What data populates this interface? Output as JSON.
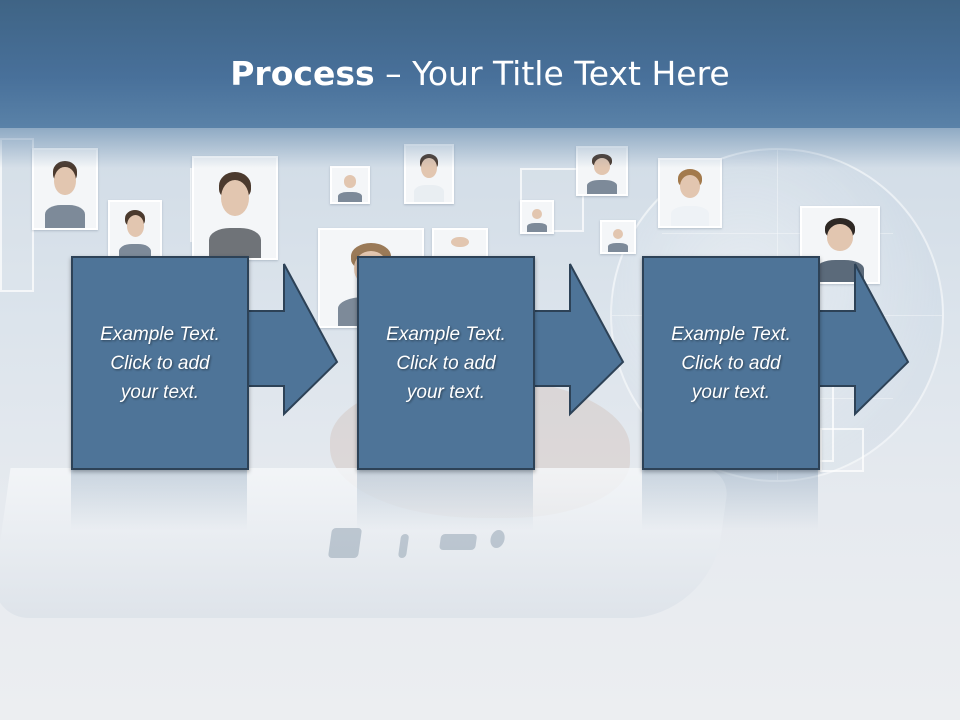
{
  "slide": {
    "title_bold": "Process",
    "title_rest": " – Your Title Text Here"
  },
  "steps": [
    {
      "text": "Example Text.\nClick  to add\nyour text."
    },
    {
      "text": "Example Text.\nClick  to add\nyour text."
    },
    {
      "text": "Example Text.\nClick  to add\nyour text."
    }
  ],
  "colors": {
    "title_bar": "#48709a",
    "box_fill": "#4e7498",
    "box_border": "#2d4257",
    "title_text": "#ffffff"
  },
  "background_image": "business-people-network-laptop-photo"
}
